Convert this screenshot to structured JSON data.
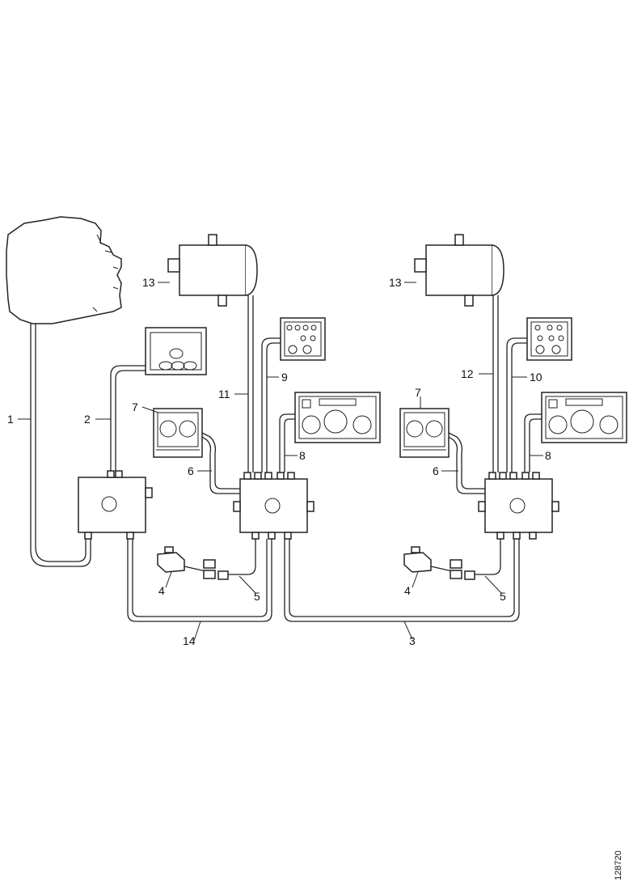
{
  "figure_id": "128720",
  "callouts": {
    "c1": "1",
    "c2": "2",
    "c3": "3",
    "c4": "4",
    "c5": "5",
    "c6": "6",
    "c7": "7",
    "c8": "8",
    "c9": "9",
    "c10": "10",
    "c11": "11",
    "c12": "12",
    "c13": "13",
    "c14": "14"
  }
}
